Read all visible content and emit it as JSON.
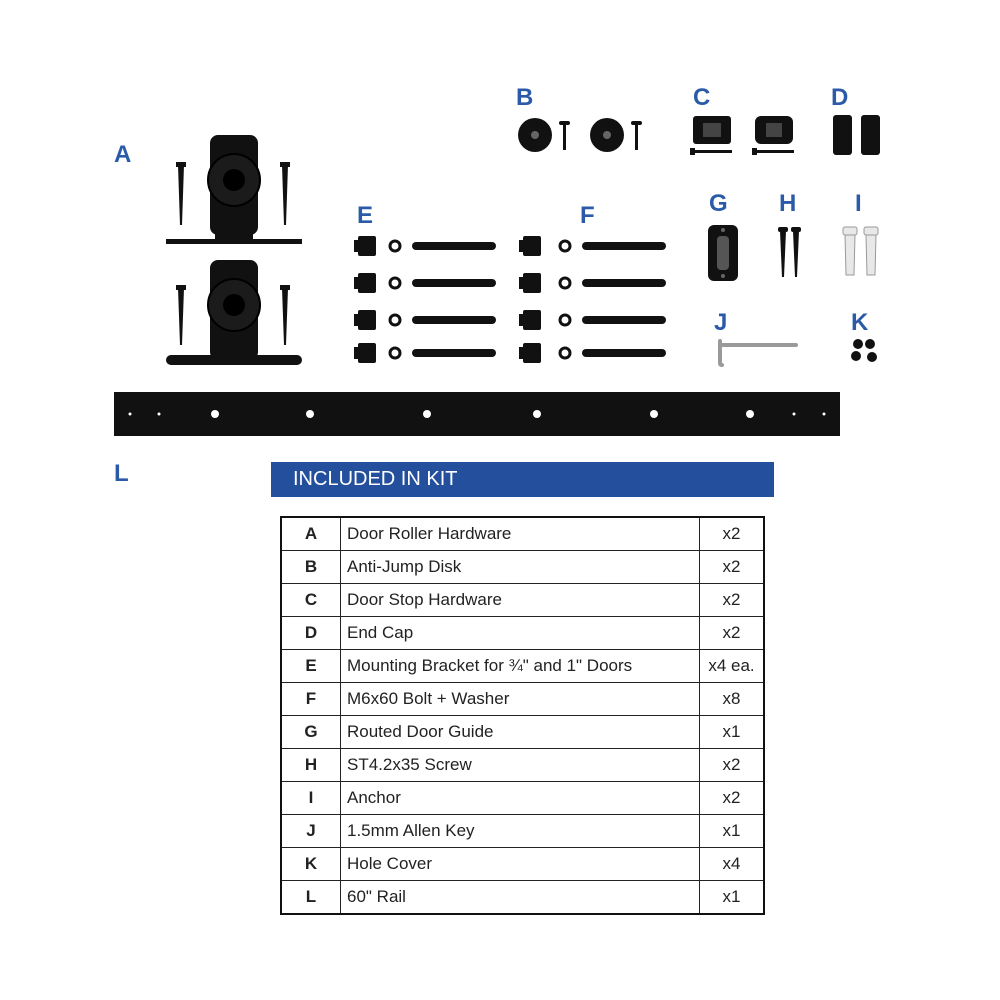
{
  "letters": {
    "A": "A",
    "B": "B",
    "C": "C",
    "D": "D",
    "E": "E",
    "F": "F",
    "G": "G",
    "H": "H",
    "I": "I",
    "J": "J",
    "K": "K",
    "L": "L"
  },
  "kit": {
    "heading": "INCLUDED IN KIT",
    "items": [
      {
        "key": "A",
        "name": "Door Roller Hardware",
        "qty": "x2"
      },
      {
        "key": "B",
        "name": "Anti-Jump Disk",
        "qty": "x2"
      },
      {
        "key": "C",
        "name": "Door Stop Hardware",
        "qty": "x2"
      },
      {
        "key": "D",
        "name": "End Cap",
        "qty": "x2"
      },
      {
        "key": "E",
        "name": "Mounting Bracket for ¾\" and 1\" Doors",
        "qty": "x4 ea."
      },
      {
        "key": "F",
        "name": "M6x60 Bolt + Washer",
        "qty": "x8"
      },
      {
        "key": "G",
        "name": "Routed Door Guide",
        "qty": "x1"
      },
      {
        "key": "H",
        "name": "ST4.2x35 Screw",
        "qty": "x2"
      },
      {
        "key": "I",
        "name": "Anchor",
        "qty": "x2"
      },
      {
        "key": "J",
        "name": "1.5mm Allen Key",
        "qty": "x1"
      },
      {
        "key": "K",
        "name": "Hole Cover",
        "qty": "x4"
      },
      {
        "key": "L",
        "name": "60\" Rail",
        "qty": "x1"
      }
    ]
  },
  "colors": {
    "accent": "#2b5ba8",
    "banner": "#234f9c",
    "hardware": "#111111"
  }
}
